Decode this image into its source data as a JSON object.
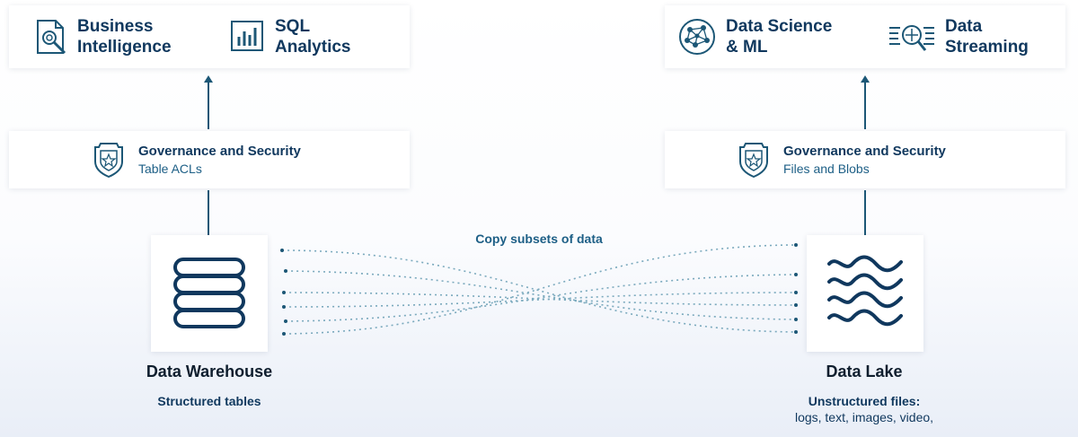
{
  "consumers_left": [
    {
      "label": "Business\nIntelligence",
      "icon": "business-intelligence-icon"
    },
    {
      "label": "SQL\nAnalytics",
      "icon": "sql-analytics-chart-icon"
    }
  ],
  "consumers_right": [
    {
      "label": "Data Science\n& ML",
      "icon": "data-science-network-icon"
    },
    {
      "label": "Data\nStreaming",
      "icon": "data-streaming-icon"
    }
  ],
  "governance_left": {
    "title": "Governance and Security",
    "subtitle": "Table ACLs",
    "icon": "shield-badge-icon"
  },
  "governance_right": {
    "title": "Governance and Security",
    "subtitle": "Files and Blobs",
    "icon": "shield-badge-icon"
  },
  "copy_label": "Copy subsets of data",
  "warehouse": {
    "title": "Data Warehouse",
    "subtitle": "Structured tables",
    "icon": "database-icon"
  },
  "lake": {
    "title": "Data Lake",
    "subtitle": "Unstructured files:",
    "detail": "logs, text, images, video,",
    "icon": "waves-icon"
  },
  "colors": {
    "primary": "#10385e",
    "accent": "#1d5f86",
    "connector": "#7aa9bd",
    "line": "#1c5776"
  }
}
